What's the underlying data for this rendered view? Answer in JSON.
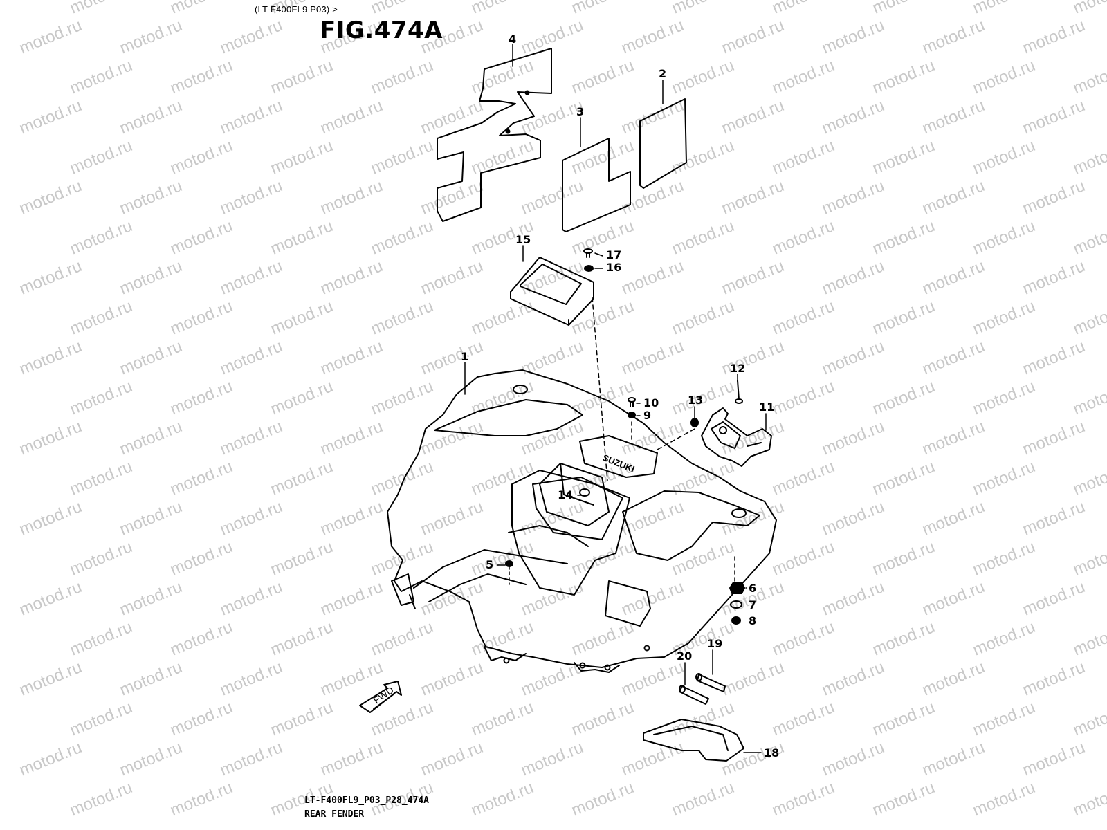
{
  "header": {
    "model_label": "(LT-F400FL9 P03) >",
    "figure_title": "FIG.474A"
  },
  "footer": {
    "code": "LT-F400FL9_P03_P28_474A",
    "title": "REAR FENDER"
  },
  "watermark": {
    "text": "motod.ru"
  },
  "arrow": {
    "label": "FWD"
  },
  "fender_badge": {
    "text": "SUZUKI"
  },
  "callouts": {
    "c1": "1",
    "c2": "2",
    "c3": "3",
    "c4": "4",
    "c5": "5",
    "c6": "6",
    "c7": "7",
    "c8": "8",
    "c9": "9",
    "c10": "10",
    "c11": "11",
    "c12": "12",
    "c13": "13",
    "c14": "14",
    "c15": "15",
    "c16": "16",
    "c17": "17",
    "c18": "18",
    "c19": "19",
    "c20": "20"
  },
  "colors": {
    "line": "#000000",
    "watermark": "#c8c8c8",
    "background": "#ffffff"
  }
}
